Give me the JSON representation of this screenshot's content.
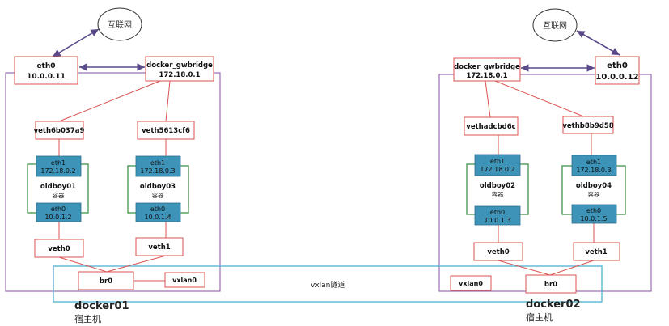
{
  "internet_label": "互联网",
  "vxlan_tunnel_label": "vxlan隧道",
  "host_left": {
    "name": "docker01",
    "role": "宿主机",
    "eth0": {
      "name": "eth0",
      "ip": "10.0.0.11"
    },
    "gwbridge": {
      "name": "docker_gwbridge",
      "ip": "172.18.0.1"
    },
    "veth_a": "veth6b037a9",
    "veth_b": "veth5613cf6",
    "container_a": {
      "name": "oldboy01",
      "kind": "容器",
      "eth1": {
        "name": "eth1",
        "ip": "172.18.0.2"
      },
      "eth0": {
        "name": "eth0",
        "ip": "10.0.1.2"
      }
    },
    "container_b": {
      "name": "oldboy03",
      "kind": "容器",
      "eth1": {
        "name": "eth1",
        "ip": "172.18.0.3"
      },
      "eth0": {
        "name": "eth0",
        "ip": "10.0.1.4"
      }
    },
    "veth0": "veth0",
    "veth1": "veth1",
    "br0": "br0",
    "vxlan0": "vxlan0"
  },
  "host_right": {
    "name": "docker02",
    "role": "宿主机",
    "eth0": {
      "name": "eth0",
      "ip": "10.0.0.12"
    },
    "gwbridge": {
      "name": "docker_gwbridge",
      "ip": "172.18.0.1"
    },
    "veth_a": "vethadcbd6c",
    "veth_b": "vethb8b9d58",
    "container_a": {
      "name": "oldboy02",
      "kind": "容器",
      "eth1": {
        "name": "eth1",
        "ip": "172.18.0.2"
      },
      "eth0": {
        "name": "eth0",
        "ip": "10.0.1.3"
      }
    },
    "container_b": {
      "name": "oldboy04",
      "kind": "容器",
      "eth1": {
        "name": "eth1",
        "ip": "172.18.0.3"
      },
      "eth0": {
        "name": "eth0",
        "ip": "10.0.1.5"
      }
    },
    "veth0": "veth0",
    "veth1": "veth1",
    "br0": "br0",
    "vxlan0": "vxlan0"
  },
  "colors": {
    "node_border": "#d9534f",
    "host_border": "#9b6bb5",
    "tunnel_border": "#5bb6d6",
    "iface_fill": "#3d93b8",
    "container_border": "#2e8b3a",
    "arrow": "#5a4a8a"
  }
}
